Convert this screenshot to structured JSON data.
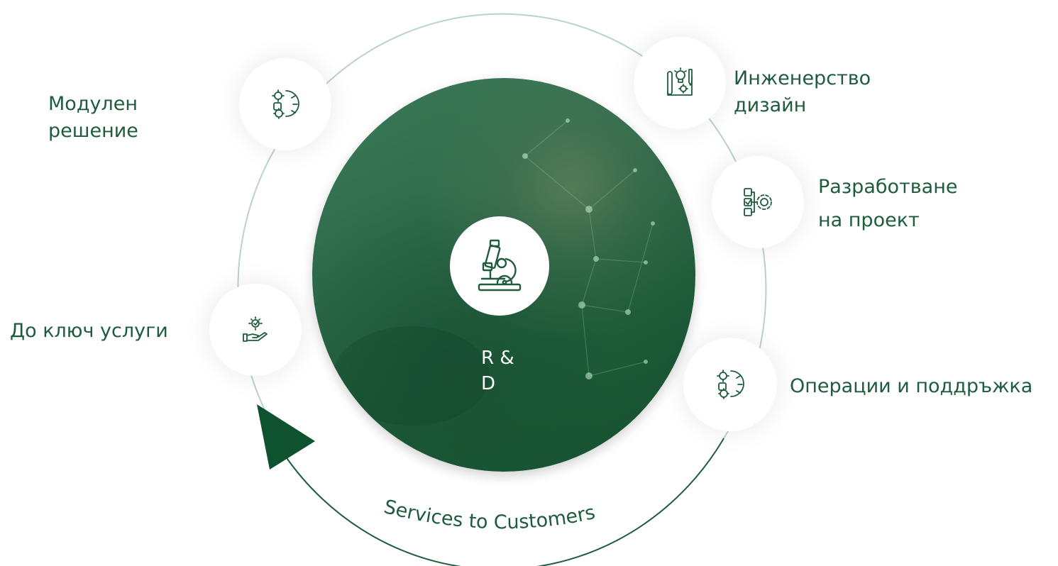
{
  "center": {
    "label": "R & D",
    "icon": "microscope-icon"
  },
  "nodes": [
    {
      "id": "modular",
      "label": "Модулен решение",
      "icon": "gear-bulb-icon"
    },
    {
      "id": "engineering",
      "label": "Инженерство дизайн",
      "icon": "blueprint-bulb-icon"
    },
    {
      "id": "development",
      "label": "Разработване на проект",
      "icon": "checklist-gear-icon"
    },
    {
      "id": "turnkey",
      "label": "До ключ услуги",
      "icon": "hand-gear-icon"
    },
    {
      "id": "operations",
      "label": "Операции и поддръжка",
      "icon": "gear-bulb-icon"
    }
  ],
  "cycle": {
    "caption": "Services to Customers",
    "direction": "counter-clockwise"
  },
  "colors": {
    "primary_green": "#1f5c3e",
    "arrow_green": "#0f5230",
    "orbit_line": "#b9d4c4",
    "node_background": "#ffffff"
  }
}
